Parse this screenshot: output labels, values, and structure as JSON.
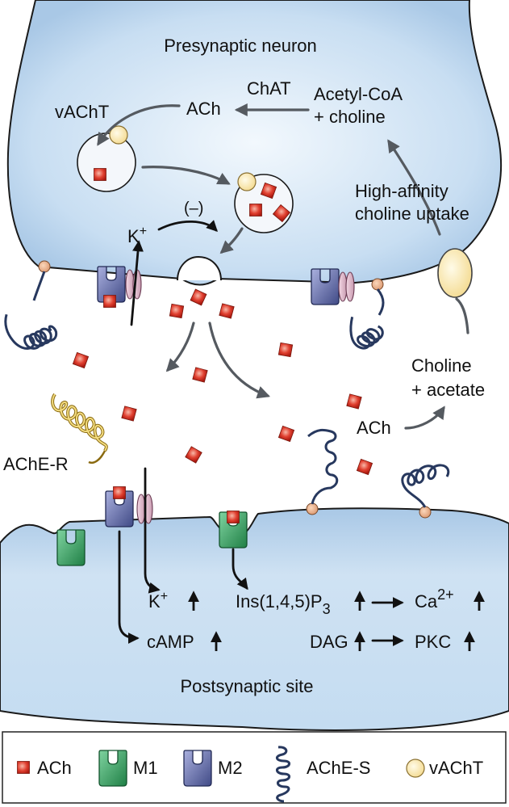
{
  "labels": {
    "presynaptic": "Presynaptic neuron",
    "chat": "ChAT",
    "ach_top": "ACh",
    "acetylcoa": "Acetyl-CoA",
    "plus_choline": "+ choline",
    "vacht": "vAChT",
    "high_affinity": "High-affinity",
    "choline_uptake": "choline uptake",
    "minus": "(–)",
    "k_base": "K",
    "k_sup": "+",
    "choline": "Choline",
    "plus_acetate": "+ acetate",
    "ach_mid": "ACh",
    "ache_r": "AChE-R",
    "post_k_base": "K",
    "post_k_sup": "+",
    "camp": "cAMP",
    "ip3_base": "Ins(1,4,5)P",
    "ip3_sub": "3",
    "ca_base": "Ca",
    "ca_sup": "2+",
    "dag": "DAG",
    "pkc": "PKC",
    "postsynaptic": "Postsynaptic site"
  },
  "legend": {
    "ach": "ACh",
    "m1": "M1",
    "m2": "M2",
    "ache_s": "AChE-S",
    "vacht": "vAChT"
  },
  "colors": {
    "membrane_fill": "#bcd7ee",
    "ach_red": "#d42a22",
    "m1_green": "#2f9a5a",
    "m2_blue": "#5a6296",
    "vacht_yellow": "#fbe8ae",
    "ache_r_yellow": "#e9cc60",
    "ache_s_navy": "#27385e",
    "arrow_gray": "#555a60"
  },
  "icons": [
    "ach-square-icon",
    "m1-receptor-icon",
    "m2-receptor-icon",
    "ache-s-coil-icon",
    "vacht-circle-icon",
    "up-arrow-icon"
  ]
}
